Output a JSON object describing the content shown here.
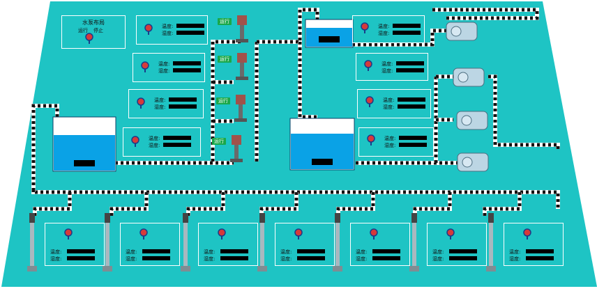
{
  "layout_title": "水泵布局",
  "legend": {
    "run": "运行",
    "stop": "停止"
  },
  "status_label": "运行",
  "field_labels": {
    "temperature": "温度:",
    "humidity": "湿度:"
  },
  "colors": {
    "background": "#1ec4c4",
    "water": "#0aa2e6",
    "pipe_dark": "#111111",
    "pipe_light": "#ffffff",
    "status_green": "#1aa84a"
  },
  "icons": [
    "thermometer-icon",
    "vertical-pump-icon",
    "horizontal-pump-icon",
    "submersible-pump-icon"
  ]
}
